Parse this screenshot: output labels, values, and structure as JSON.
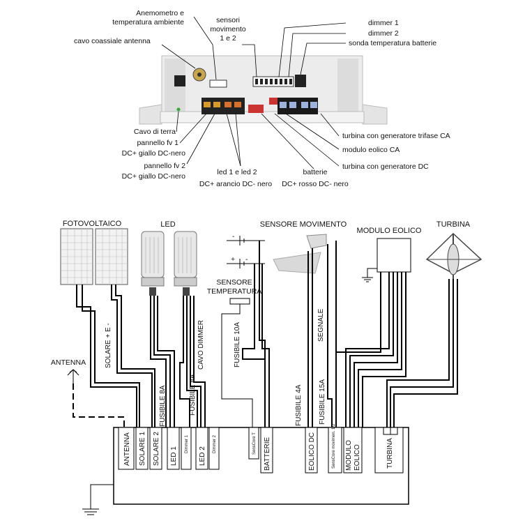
{
  "top_labels": {
    "anemometer_1": "Anemometro e",
    "anemometer_2": "temperatura ambiente",
    "sensors_1": "sensori",
    "sensors_2": "movimento",
    "sensors_3": "1 e 2",
    "coax": "cavo coassiale antenna",
    "dimmer1": "dimmer 1",
    "dimmer2": "dimmer 2",
    "battery_temp": "sonda temperatura batterie",
    "ground": "Cavo di terra",
    "pv1_1": "pannello fv 1",
    "pv1_2": "DC+ giallo DC-nero",
    "pv2_1": "pannello fv 2",
    "pv2_2": "DC+ giallo DC-nero",
    "led_1": "led 1 e led 2",
    "led_2": "DC+ arancio DC- nero",
    "batt_1": "batterie",
    "batt_2": "DC+ rosso DC- nero",
    "turbine_ac": "turbina con generatore trifase CA",
    "wind_module": "modulo eolico CA",
    "turbine_dc": "turbina con generatore DC"
  },
  "diagram": {
    "pv_title": "FOTOVOLTAICO",
    "led_title": "LED",
    "motion_title": "SENSORE MOVIMENTO",
    "module_title": "MODULO EOLICO",
    "turbine_title": "TURBINA",
    "temp_sensor_1": "SENSORE",
    "temp_sensor_2": "TEMPERATURA",
    "antenna": "ANTENNA",
    "solar_pm": "SOLARE + E -",
    "dimmer_cable": "CAVO DIMMER",
    "fuse10": "FUSIBILE 10A",
    "signal": "SEGNALE",
    "fuse8a": "FUSIBILE 8A",
    "fuse8b": "FUSIBILE 8A",
    "fuse4": "FUSIBILE 4A",
    "fuse15": "FUSIBILE 15A",
    "plus": "+",
    "minus": "-"
  },
  "ports": {
    "antenna": "ANTENNA",
    "solar1": "SOLARE 1",
    "solar2": "SOLARE 2",
    "led1": "LED 1",
    "dimmer1": "Dimmer 1",
    "led2": "LED 2",
    "dimmer2": "Dimmer 2",
    "sens_t": "SensCore T",
    "batterie": "BATTERIE",
    "eolico_dc": "EOLICO DC",
    "sens_mov": "SensCore movimen. 1/2",
    "modulo_eolico_1": "MODULO",
    "modulo_eolico_2": "EOLICO",
    "turbina": "TURBINA"
  }
}
